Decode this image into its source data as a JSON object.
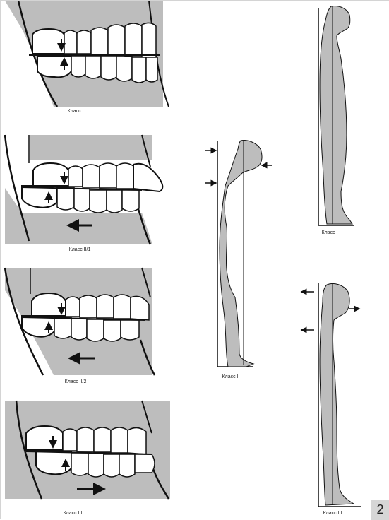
{
  "figure": {
    "panels": {
      "occlusion_class_1": {
        "caption": "Класс I"
      },
      "occlusion_class_2_1": {
        "caption": "Класс II/1"
      },
      "occlusion_class_2_2": {
        "caption": "Класс II/2"
      },
      "occlusion_class_3": {
        "caption": "Класс III"
      },
      "posture_class_1": {
        "caption": "Класс I"
      },
      "posture_class_2": {
        "caption": "Класс II"
      },
      "posture_class_3": {
        "caption": "Класс III"
      }
    },
    "page_number": "2"
  },
  "colors": {
    "fill_gray": "#bdbdbd",
    "outline": "#111111",
    "badge_gray": "#d6d6d6"
  }
}
